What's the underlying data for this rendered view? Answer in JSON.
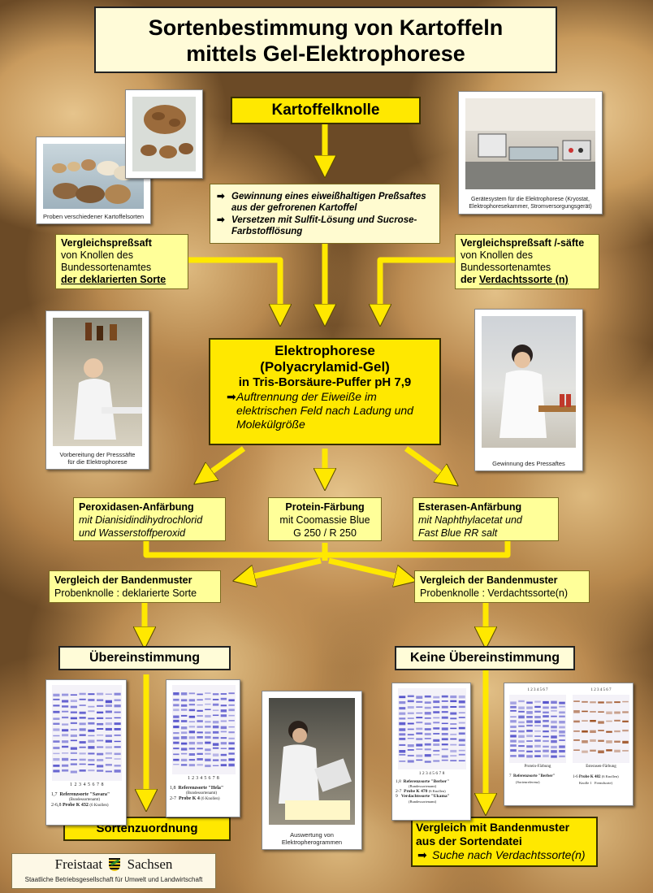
{
  "title": {
    "line1": "Sortenbestimmung von Kartoffeln",
    "line2": "mittels Gel-Elektrophorese"
  },
  "colors": {
    "accent_yellow": "#ffe800",
    "box_yellow": "#ffff99",
    "arrow_yellow": "#ffe800",
    "gel_blue": "#4a48c8",
    "gel_brown": "#9a4a1a"
  },
  "knolle": {
    "label": "Kartoffelknolle"
  },
  "steps": {
    "step1": "Gewinnung eines eiweißhaltigen Preßsaftes aus der gefrorenen Kartoffel",
    "step2": "Versetzen mit Sulfit-Lösung und Sucrose-Farbstofflösung",
    "bullet_icon": "arrow-right-icon",
    "bullet_glyph": "➡"
  },
  "ref_left": {
    "title": "Vergleichspreßsaft",
    "line2": "von Knollen des",
    "line3": "Bundessortenamtes",
    "line4": "der deklarierten Sorte"
  },
  "ref_right": {
    "title": "Vergleichspreßsaft /-säfte",
    "line2": "von Knollen des",
    "line3": "Bundessortenamtes",
    "line4_prefix": "der ",
    "line4_u": "Verdachtssorte (n)"
  },
  "electro": {
    "title": "Elektrophorese",
    "subtitle": "(Polyacrylamid-Gel)",
    "buffer": "in Tris-Borsäure-Puffer pH 7,9",
    "result": "Auftrennung der Eiweiße im elektrischen Feld nach Ladung und Molekülgröße"
  },
  "stains": {
    "peroxidase": {
      "title": "Peroxidasen-Anfärbung",
      "detail1": "mit Dianisidindihydrochlorid",
      "detail2": "und Wasserstoffperoxid"
    },
    "protein": {
      "title": "Protein-Färbung",
      "detail1": "mit Coomassie Blue",
      "detail2": "G 250 / R 250"
    },
    "esterase": {
      "title": "Esterasen-Anfärbung",
      "detail1": "mit Naphthylacetat und",
      "detail2": "Fast Blue RR salt"
    }
  },
  "compare_left": {
    "title": "Vergleich der Bandenmuster",
    "detail": "Probenknolle : deklarierte Sorte"
  },
  "compare_right": {
    "title": "Vergleich der Bandenmuster",
    "detail": "Probenknolle : Verdachtssorte(n)"
  },
  "match": {
    "label": "Übereinstimmung"
  },
  "nomatch": {
    "label": "Keine Übereinstimmung"
  },
  "assign": {
    "label": "Sortenzuordnung"
  },
  "database": {
    "line1": "Vergleich mit Bandenmuster",
    "line2": "aus der Sortendatei",
    "line3": "Suche nach Verdachtssorte(n)"
  },
  "photos": {
    "samples": {
      "caption": "Proben verschiedener Kartoffelsorten"
    },
    "equipment": {
      "caption": "Gerätesystem für die Elektrophorese (Kryostat, Elektrophoresekammer, Stromversorgungsgerät)"
    },
    "prep": {
      "caption1": "Vorbereitung der Presssäfte",
      "caption2": "für die Elektrophorese"
    },
    "juice": {
      "caption": "Gewinnung des Pressaftes"
    },
    "eval": {
      "caption1": "Auswertung von",
      "caption2": "Elektropherogrammen"
    }
  },
  "gels": {
    "g1": {
      "lanes": "1   2   3   4   5   6   7   8",
      "ref_num": "1,7",
      "ref_label": "Referenzsorte \"Savara\"",
      "ref_sub": "(Bundessortenamt)",
      "probe_num": "2-6,8",
      "probe_label": "Probe K 432",
      "probe_sub": "(6 Knollen)"
    },
    "g2": {
      "lanes": "1   2   3   4   5   6   7   8",
      "ref_num": "1,8",
      "ref_label": "Referenzsorte \"Hela\"",
      "ref_sub": "(Bundessortenamt)",
      "probe_num": "2-7",
      "probe_label": "Probe K 4",
      "probe_sub": "(6 Knollen)"
    },
    "g3": {
      "lanes": "1   2   3   4   5   6   7   8",
      "l1_num": "1,8",
      "l1_label": "Referenzsorte \"Berber\"",
      "l1_sub": "(Bundessortenamt)",
      "l2_num": "2-7",
      "l2_label": "Probe K 470",
      "l2_sub": "(6 Knollen)",
      "l3_num": "9",
      "l3_label": "Verdachtssorte \"Ukama\"",
      "l3_sub": "(Bundessortenamt)"
    },
    "g4": {
      "left_head": "1  2  3  4  5  6  7",
      "left_title": "Protein-Färbung",
      "right_head": "1  2  3  4  5  6  7",
      "right_title": "Esterasen-Färbung",
      "l_num": "7",
      "l_label": "Referenzsorte \"Berber\"",
      "l_sub": "(Sortenreferenz)",
      "r_num": "1-6",
      "r_label": "Probe K 482",
      "r_sub": "(6 Knollen)",
      "r_sub2": "Knolle 1",
      "r_sub3": "Fremdsorte)"
    }
  },
  "footer": {
    "brand1": "Freistaat",
    "brand2": "Sachsen",
    "sub": "Staatliche Betriebsgesellschaft für Umwelt und Landwirtschaft",
    "crest_icon": "saxony-crest-icon"
  }
}
